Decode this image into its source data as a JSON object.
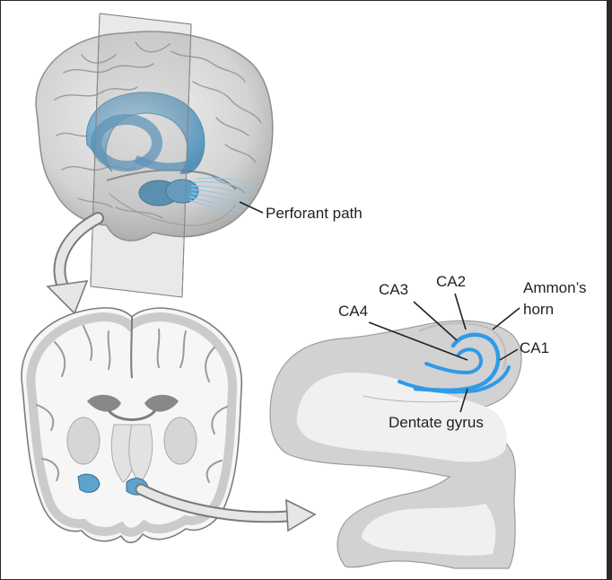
{
  "labels": {
    "perforant_path": "Perforant path",
    "ca3": "CA3",
    "ca2": "CA2",
    "ammons_horn_line1": "Ammon’s",
    "ammons_horn_line2": "horn",
    "ca4": "CA4",
    "ca1": "CA1",
    "dentate_gyrus": "Dentate gyrus"
  },
  "colors": {
    "hippocampus_blue": "#5a9ec6",
    "dentate_blue": "#2f9be8",
    "brain_gray": "#c9c9c9",
    "white_matter": "#f5f5f5",
    "arrow_gray": "#e2e2e2",
    "plane_gray": "#9a9a9a"
  }
}
